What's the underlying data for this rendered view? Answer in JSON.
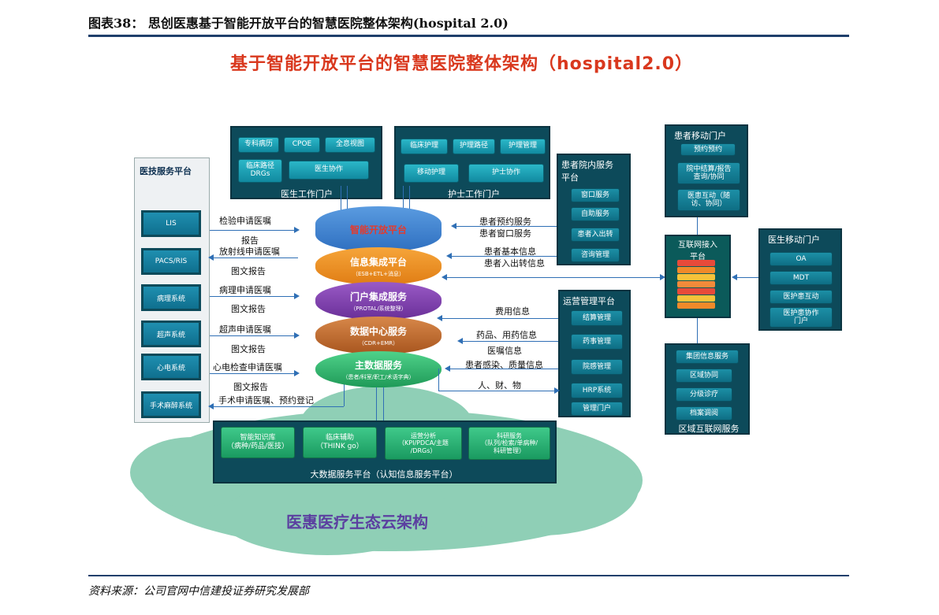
{
  "figure_title": "图表38：  思创医惠基于智能开放平台的智慧医院整体架构(hospital 2.0)",
  "diagram_title": "基于智能开放平台的智慧医院整体架构（hospital2.0）",
  "source": "资料来源：公司官网中信建投证券研究发展部",
  "doctor_portal": {
    "title": "医生工作门户",
    "items": [
      "专科病历",
      "CPOE",
      "全息视图",
      "临床路径\nDRGs",
      "医生协作"
    ]
  },
  "nurse_portal": {
    "title": "护士工作门户",
    "items": [
      "临床护理",
      "护理路径",
      "护理管理",
      "移动护理",
      "护士协作"
    ]
  },
  "medtech_platform": {
    "title": "医技服务平台",
    "items": [
      "LIS",
      "PACS/RIS",
      "病理系统",
      "超声系统",
      "心电系统",
      "手术麻醉系统"
    ]
  },
  "left_flows": [
    "检验申请医嘱",
    "报告",
    "放射线申请医嘱",
    "图文报告",
    "病理申请医嘱",
    "图文报告",
    "超声申请医嘱",
    "图文报告",
    "心电检查申请医嘱",
    "图文报告",
    "手术申请医嘱、预约登记"
  ],
  "core_layers": [
    {
      "name": "智能开放平台",
      "sub": ""
    },
    {
      "name": "信息集成平台",
      "sub": "（ESB+ETL+消息）"
    },
    {
      "name": "门户集成服务",
      "sub": "（PROTAL/系统整理）"
    },
    {
      "name": "数据中心服务",
      "sub": "（CDR+EMR）"
    },
    {
      "name": "主数据服务",
      "sub": "（患者/科室/职工/术语字典）"
    }
  ],
  "inpatient_platform": {
    "title": "患者院内服务\n平台",
    "items": [
      "窗口服务",
      "自助服务",
      "患者入出转",
      "咨询管理"
    ]
  },
  "right_flows_top": [
    "患者预约服务",
    "患者窗口服务",
    "患者基本信息",
    "患者入出转信息"
  ],
  "ops_platform": {
    "title": "运营管理平台",
    "items": [
      "结算管理",
      "药事管理",
      "院感管理",
      "HRP系统",
      "管理门户"
    ]
  },
  "right_flows_bottom": [
    "费用信息",
    "药品、用药信息",
    "医嘱信息",
    "患者感染、质量信息",
    "人、财、物"
  ],
  "patient_mobile": {
    "title": "患者移动门户",
    "items": [
      "预约预约",
      "院中结算/报告\n查询/协同",
      "医患互动（随\n访、协同）"
    ]
  },
  "internet_access": {
    "title": "互联网接入\n平台"
  },
  "doctor_mobile": {
    "title": "医生移动门户",
    "items": [
      "OA",
      "MDT",
      "医护患互动",
      "医护患协作\n门户"
    ]
  },
  "regional": {
    "title": "区域互联网服务",
    "items": [
      "集团信息服务",
      "区域协同",
      "分级诊疗",
      "档案调阅"
    ]
  },
  "bigdata": {
    "title": "大数据服务平台（认知信息服务平台）",
    "items": [
      "智能知识库\n（病种/药品/医技）",
      "临床辅助\n（THINK go）",
      "运营分析\n（KPI/PDCA/主题\n/DRGs）",
      "科研服务\n（队列/检索/单病种/\n科研管理）"
    ]
  },
  "ecosystem": "医惠医疗生态云架构",
  "colors": {
    "rule": "#1f3f6b",
    "diagram_title": "#d9381e",
    "panel": "#0d4a5a",
    "cloud": "#8fcfb6",
    "layer_top": "#3a7fd0",
    "layer_integration": "#f0901e",
    "layer_portal": "#7c3fa8",
    "layer_datacenter": "#c0682a",
    "layer_master": "#2fb86a",
    "ecosystem_text": "#5b3fa0",
    "arrow": "#2f6fb5"
  }
}
